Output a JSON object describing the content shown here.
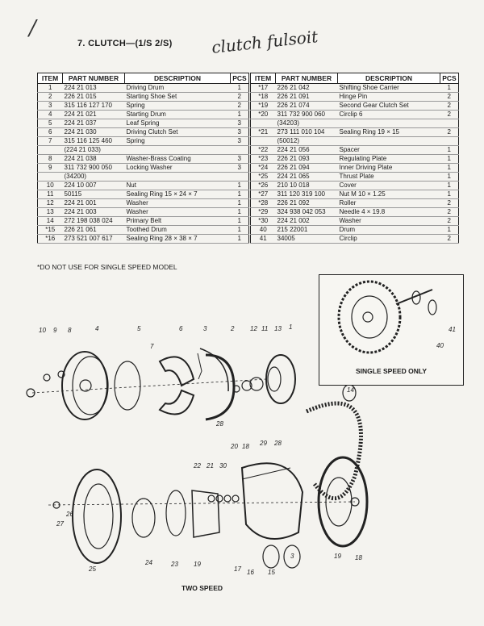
{
  "header": {
    "section_title": "7.  CLUTCH—(1/S 2/S)",
    "handwritten_note": "clutch fulsoit",
    "margin_mark": "/"
  },
  "table": {
    "columns": [
      "ITEM",
      "PART NUMBER",
      "DESCRIPTION",
      "PCS"
    ],
    "left_rows": [
      [
        "1",
        "224 21 013",
        "Driving Drum",
        "1"
      ],
      [
        "2",
        "226 21 015",
        "Starting Shoe Set",
        "2"
      ],
      [
        "3",
        "315 116 127 170",
        "Spring",
        "2"
      ],
      [
        "4",
        "224 21 021",
        "Starting Drum",
        "1"
      ],
      [
        "5",
        "224 21 037",
        "Leaf Spring",
        "3"
      ],
      [
        "6",
        "224 21 030",
        "Driving Clutch Set",
        "3"
      ],
      [
        "7",
        "315 116 125 460",
        "Spring",
        "3"
      ],
      [
        "",
        "(224 21 033)",
        "",
        ""
      ],
      [
        "8",
        "224 21 038",
        "Washer-Brass Coating",
        "3"
      ],
      [
        "9",
        "311 732 900 050",
        "Locking Washer",
        "3"
      ],
      [
        "",
        "(34200)",
        "",
        ""
      ],
      [
        "10",
        "224 10 007",
        "Nut",
        "1"
      ],
      [
        "11",
        "50115",
        "Sealing Ring 15 × 24 × 7",
        "1"
      ],
      [
        "12",
        "224 21 001",
        "Washer",
        "1"
      ],
      [
        "13",
        "224 21 003",
        "Washer",
        "1"
      ],
      [
        "14",
        "272 198 038 024",
        "Primary Belt",
        "1"
      ],
      [
        "*15",
        "226 21 061",
        "Toothed Drum",
        "1"
      ],
      [
        "*16",
        "273 521 007 617",
        "Sealing Ring 28 × 38 × 7",
        "1"
      ]
    ],
    "right_rows": [
      [
        "*17",
        "226 21 042",
        "Shifting Shoe Carrier",
        "1"
      ],
      [
        "*18",
        "226 21 091",
        "Hinge Pin",
        "2"
      ],
      [
        "*19",
        "226 21 074",
        "Second Gear Clutch Set",
        "2"
      ],
      [
        "*20",
        "311 732 900 060",
        "Circlip 6",
        "2"
      ],
      [
        "",
        "(34203)",
        "",
        ""
      ],
      [
        "*21",
        "273 111 010 104",
        "Sealing Ring 19 × 15",
        "2"
      ],
      [
        "",
        "(50012)",
        "",
        ""
      ],
      [
        "*22",
        "224 21 056",
        "Spacer",
        "1"
      ],
      [
        "*23",
        "226 21 093",
        "Regulating Plate",
        "1"
      ],
      [
        "*24",
        "226 21 094",
        "Inner Driving Plate",
        "1"
      ],
      [
        "*25",
        "224 21 065",
        "Thrust Plate",
        "1"
      ],
      [
        "*26",
        "210 10 018",
        "Cover",
        "1"
      ],
      [
        "*27",
        "311 120 319 100",
        "Nut M 10 × 1.25",
        "1"
      ],
      [
        "*28",
        "226 21 092",
        "Roller",
        "2"
      ],
      [
        "*29",
        "324 938 042 053",
        "Needle 4 × 19.8",
        "2"
      ],
      [
        "*30",
        "224 21 002",
        "Washer",
        "2"
      ],
      [
        "40",
        "215 22001",
        "Drum",
        "1"
      ],
      [
        "41",
        "34005",
        "Circlip",
        "2"
      ]
    ]
  },
  "footnote": "*DO NOT USE FOR SINGLE SPEED MODEL",
  "inset": {
    "caption": "SINGLE SPEED ONLY",
    "labels": [
      "41",
      "40"
    ]
  },
  "diagram": {
    "caption": "TWO SPEED",
    "labels": [
      "10",
      "9",
      "8",
      "4",
      "5",
      "6",
      "7",
      "3",
      "2",
      "12",
      "11",
      "13",
      "1",
      "14",
      "20",
      "18",
      "29",
      "28",
      "22",
      "21",
      "30",
      "27",
      "26",
      "25",
      "24",
      "23",
      "19",
      "17",
      "16",
      "15",
      "3",
      "19",
      "18",
      "28"
    ]
  }
}
